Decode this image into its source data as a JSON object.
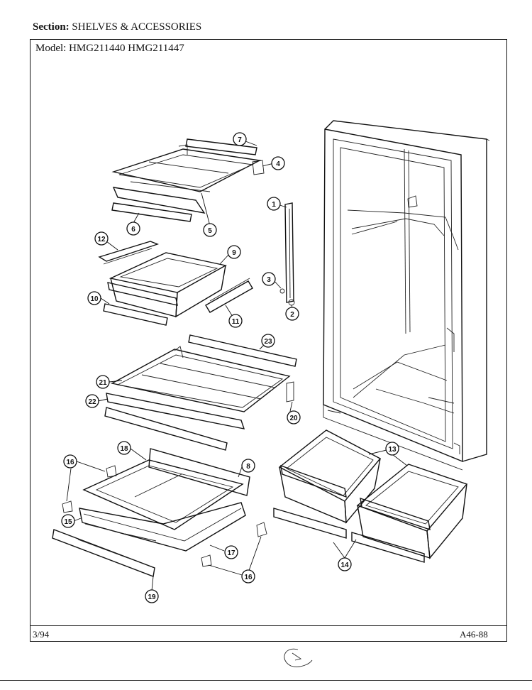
{
  "header": {
    "section_label": "Section:",
    "section_value": "SHELVES & ACCESSORIES",
    "model_label": "Model:",
    "model_value": "HMG211440  HMG211447"
  },
  "footer": {
    "date_code": "3/94",
    "page_code": "A46-88"
  },
  "callouts": {
    "c1": "1",
    "c2": "2",
    "c3": "3",
    "c4": "4",
    "c5": "5",
    "c6": "6",
    "c7": "7",
    "c8": "8",
    "c9": "9",
    "c10": "10",
    "c11": "11",
    "c12": "12",
    "c13": "13",
    "c14": "14",
    "c15": "15",
    "c16a": "16",
    "c16b": "16",
    "c17": "17",
    "c18": "18",
    "c19": "19",
    "c20": "20",
    "c21": "21",
    "c22": "22",
    "c23": "23"
  }
}
